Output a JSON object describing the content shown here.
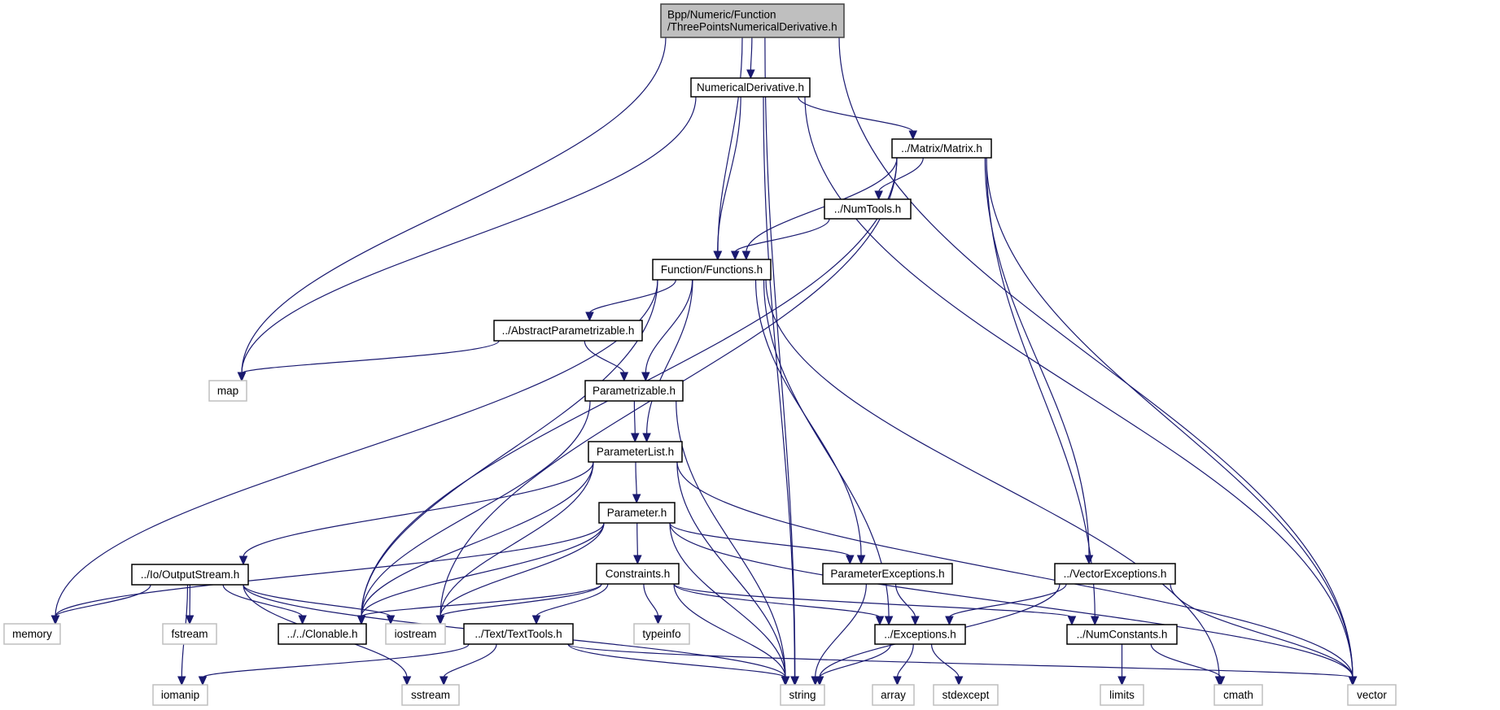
{
  "diagram": {
    "title": "Include dependency graph for ThreePointsNumericalDerivative.h",
    "colors": {
      "edge": "#191970",
      "root_fill": "#bfbfbf",
      "internal_border": "#000000",
      "external_border": "#bfbfbf"
    },
    "nodes": [
      {
        "id": "root",
        "kind": "root",
        "lines": [
          "Bpp/Numeric/Function",
          "/ThreePointsNumericalDerivative.h"
        ]
      },
      {
        "id": "numderiv",
        "kind": "internal",
        "lines": [
          "NumericalDerivative.h"
        ]
      },
      {
        "id": "matrix",
        "kind": "internal",
        "lines": [
          "../Matrix/Matrix.h"
        ]
      },
      {
        "id": "numtools",
        "kind": "internal",
        "lines": [
          "../NumTools.h"
        ]
      },
      {
        "id": "functions",
        "kind": "internal",
        "lines": [
          "Function/Functions.h"
        ]
      },
      {
        "id": "abspar",
        "kind": "internal",
        "lines": [
          "../AbstractParametrizable.h"
        ]
      },
      {
        "id": "map",
        "kind": "external",
        "lines": [
          "map"
        ]
      },
      {
        "id": "parametrizable",
        "kind": "internal",
        "lines": [
          "Parametrizable.h"
        ]
      },
      {
        "id": "paramlist",
        "kind": "internal",
        "lines": [
          "ParameterList.h"
        ]
      },
      {
        "id": "parameter",
        "kind": "internal",
        "lines": [
          "Parameter.h"
        ]
      },
      {
        "id": "outputstream",
        "kind": "internal",
        "lines": [
          "../Io/OutputStream.h"
        ]
      },
      {
        "id": "constraints",
        "kind": "internal",
        "lines": [
          "Constraints.h"
        ]
      },
      {
        "id": "paramexc",
        "kind": "internal",
        "lines": [
          "ParameterExceptions.h"
        ]
      },
      {
        "id": "vecexc",
        "kind": "internal",
        "lines": [
          "../VectorExceptions.h"
        ]
      },
      {
        "id": "memory",
        "kind": "external",
        "lines": [
          "memory"
        ]
      },
      {
        "id": "fstream",
        "kind": "external",
        "lines": [
          "fstream"
        ]
      },
      {
        "id": "clonable",
        "kind": "internal",
        "lines": [
          "../../Clonable.h"
        ]
      },
      {
        "id": "iostream",
        "kind": "external",
        "lines": [
          "iostream"
        ]
      },
      {
        "id": "texttools",
        "kind": "internal",
        "lines": [
          "../Text/TextTools.h"
        ]
      },
      {
        "id": "typeinfo",
        "kind": "external",
        "lines": [
          "typeinfo"
        ]
      },
      {
        "id": "exceptions",
        "kind": "internal",
        "lines": [
          "../Exceptions.h"
        ]
      },
      {
        "id": "numconst",
        "kind": "internal",
        "lines": [
          "../NumConstants.h"
        ]
      },
      {
        "id": "iomanip",
        "kind": "external",
        "lines": [
          "iomanip"
        ]
      },
      {
        "id": "sstream",
        "kind": "external",
        "lines": [
          "sstream"
        ]
      },
      {
        "id": "string",
        "kind": "external",
        "lines": [
          "string"
        ]
      },
      {
        "id": "array",
        "kind": "external",
        "lines": [
          "array"
        ]
      },
      {
        "id": "stdexcept",
        "kind": "external",
        "lines": [
          "stdexcept"
        ]
      },
      {
        "id": "limits",
        "kind": "external",
        "lines": [
          "limits"
        ]
      },
      {
        "id": "cmath",
        "kind": "external",
        "lines": [
          "cmath"
        ]
      },
      {
        "id": "vector",
        "kind": "external",
        "lines": [
          "vector"
        ]
      }
    ],
    "edges": [
      [
        "root",
        "numderiv"
      ],
      [
        "root",
        "functions"
      ],
      [
        "root",
        "map"
      ],
      [
        "root",
        "string"
      ],
      [
        "root",
        "vector"
      ],
      [
        "numderiv",
        "functions"
      ],
      [
        "numderiv",
        "matrix"
      ],
      [
        "numderiv",
        "map"
      ],
      [
        "numderiv",
        "string"
      ],
      [
        "numderiv",
        "vector"
      ],
      [
        "matrix",
        "numtools"
      ],
      [
        "matrix",
        "functions"
      ],
      [
        "matrix",
        "clonable"
      ],
      [
        "matrix",
        "iostream"
      ],
      [
        "matrix",
        "vecexc"
      ],
      [
        "matrix",
        "numconst"
      ],
      [
        "matrix",
        "vector"
      ],
      [
        "numtools",
        "functions"
      ],
      [
        "functions",
        "abspar"
      ],
      [
        "functions",
        "parametrizable"
      ],
      [
        "functions",
        "paramlist"
      ],
      [
        "functions",
        "memory"
      ],
      [
        "functions",
        "clonable"
      ],
      [
        "functions",
        "paramexc"
      ],
      [
        "functions",
        "exceptions"
      ],
      [
        "functions",
        "cmath"
      ],
      [
        "abspar",
        "map"
      ],
      [
        "abspar",
        "parametrizable"
      ],
      [
        "parametrizable",
        "paramlist"
      ],
      [
        "parametrizable",
        "clonable"
      ],
      [
        "parametrizable",
        "string"
      ],
      [
        "paramlist",
        "parameter"
      ],
      [
        "paramlist",
        "outputstream"
      ],
      [
        "paramlist",
        "clonable"
      ],
      [
        "paramlist",
        "iostream"
      ],
      [
        "paramlist",
        "string"
      ],
      [
        "paramlist",
        "vector"
      ],
      [
        "parameter",
        "constraints"
      ],
      [
        "parameter",
        "paramexc"
      ],
      [
        "parameter",
        "memory"
      ],
      [
        "parameter",
        "clonable"
      ],
      [
        "parameter",
        "iostream"
      ],
      [
        "parameter",
        "string"
      ],
      [
        "parameter",
        "vector"
      ],
      [
        "outputstream",
        "memory"
      ],
      [
        "outputstream",
        "fstream"
      ],
      [
        "outputstream",
        "clonable"
      ],
      [
        "outputstream",
        "iostream"
      ],
      [
        "outputstream",
        "iomanip"
      ],
      [
        "outputstream",
        "sstream"
      ],
      [
        "outputstream",
        "string"
      ],
      [
        "constraints",
        "texttools"
      ],
      [
        "constraints",
        "typeinfo"
      ],
      [
        "constraints",
        "clonable"
      ],
      [
        "constraints",
        "iostream"
      ],
      [
        "constraints",
        "exceptions"
      ],
      [
        "constraints",
        "numconst"
      ],
      [
        "constraints",
        "string"
      ],
      [
        "paramexc",
        "exceptions"
      ],
      [
        "paramexc",
        "string"
      ],
      [
        "vecexc",
        "exceptions"
      ],
      [
        "vecexc",
        "string"
      ],
      [
        "vecexc",
        "vector"
      ],
      [
        "texttools",
        "iomanip"
      ],
      [
        "texttools",
        "sstream"
      ],
      [
        "texttools",
        "string"
      ],
      [
        "texttools",
        "vector"
      ],
      [
        "exceptions",
        "string"
      ],
      [
        "exceptions",
        "array"
      ],
      [
        "exceptions",
        "stdexcept"
      ],
      [
        "numconst",
        "limits"
      ],
      [
        "numconst",
        "cmath"
      ]
    ]
  }
}
